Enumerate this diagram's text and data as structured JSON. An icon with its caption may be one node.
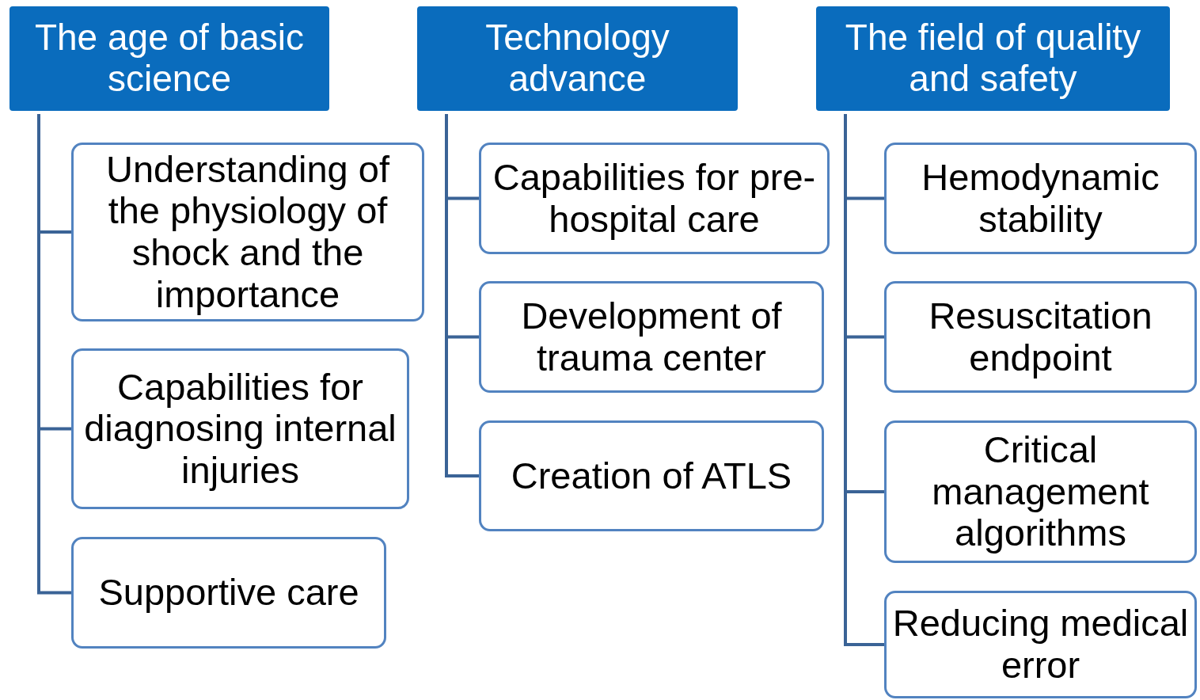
{
  "diagram": {
    "nodes": [
      {
        "text": [
          "The age of basic science"
        ]
      },
      {
        "text": [
          "Understanding of the physiology of shock and the importance"
        ]
      },
      {
        "text": [
          "Capabilities for diagnosing internal injuries"
        ]
      },
      {
        "text": [
          "Supportive care"
        ]
      },
      {
        "text": [
          "Technology advance"
        ]
      },
      {
        "text": [
          "Capabilities for pre-hospital care"
        ]
      },
      {
        "text": [
          "Development of trauma center"
        ]
      },
      {
        "text": [
          "Creation of ATLS"
        ]
      },
      {
        "text": [
          "The field of quality and safety"
        ]
      },
      {
        "text": [
          "Hemodynamic stability"
        ]
      },
      {
        "text": [
          "Resuscitation endpoint"
        ]
      },
      {
        "text": [
          "Critical management algorithms"
        ]
      },
      {
        "text": [
          "Reducing medical error"
        ]
      }
    ],
    "edges": [
      {
        "from": 0,
        "to": 1,
        "arrow": "none"
      },
      {
        "from": 0,
        "to": 2,
        "arrow": "none"
      },
      {
        "from": 0,
        "to": 3,
        "arrow": "none"
      },
      {
        "from": 4,
        "to": 5,
        "arrow": "none"
      },
      {
        "from": 4,
        "to": 6,
        "arrow": "none"
      },
      {
        "from": 4,
        "to": 7,
        "arrow": "none"
      },
      {
        "from": 8,
        "to": 9,
        "arrow": "none"
      },
      {
        "from": 8,
        "to": 10,
        "arrow": "none"
      },
      {
        "from": 8,
        "to": 11,
        "arrow": "none"
      },
      {
        "from": 8,
        "to": 12,
        "arrow": "none"
      }
    ]
  }
}
